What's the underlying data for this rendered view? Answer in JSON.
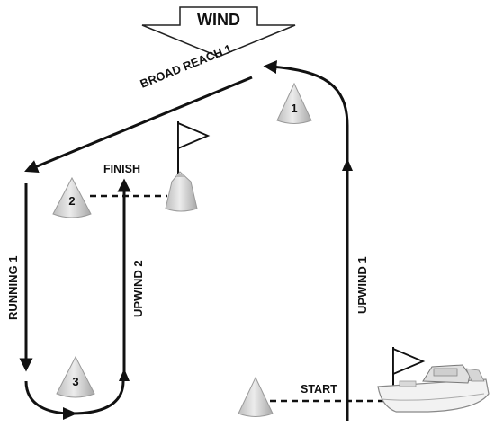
{
  "wind": {
    "label": "WIND"
  },
  "legs": {
    "broad_reach": "BROAD REACH 1",
    "running": "RUNNING 1",
    "upwind_1": "UPWIND 1",
    "upwind_2": "UPWIND 2"
  },
  "line_labels": {
    "start": "START",
    "finish": "FINISH"
  },
  "marks": {
    "mark_1": "1",
    "mark_2": "2",
    "mark_3": "3"
  },
  "colors": {
    "course_line": "#111111",
    "buoy_fill": "#d4d4d4",
    "buoy_edge": "#9a9a9a",
    "flag": "#ffffff"
  }
}
